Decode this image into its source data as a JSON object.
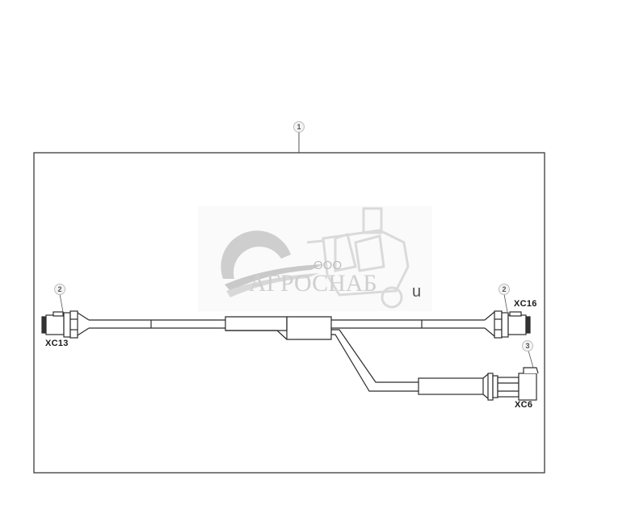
{
  "diagram": {
    "colors": {
      "line": "#2b2b2b",
      "frame": "#3a3a3a",
      "callout_border": "#bdbdbd",
      "watermark": "#d0d0d0"
    },
    "callouts": [
      {
        "id": "1",
        "label": "1"
      },
      {
        "id": "2a",
        "label": "2"
      },
      {
        "id": "2b",
        "label": "2"
      },
      {
        "id": "3",
        "label": "3"
      }
    ],
    "connectors": [
      {
        "id": "xc13",
        "label": "XC13"
      },
      {
        "id": "xc16",
        "label": "XC16"
      },
      {
        "id": "xc6",
        "label": "XC6"
      }
    ],
    "watermark": {
      "prefix": "ООО",
      "name": "АГРОСНАБ",
      "suffix": "u"
    }
  }
}
